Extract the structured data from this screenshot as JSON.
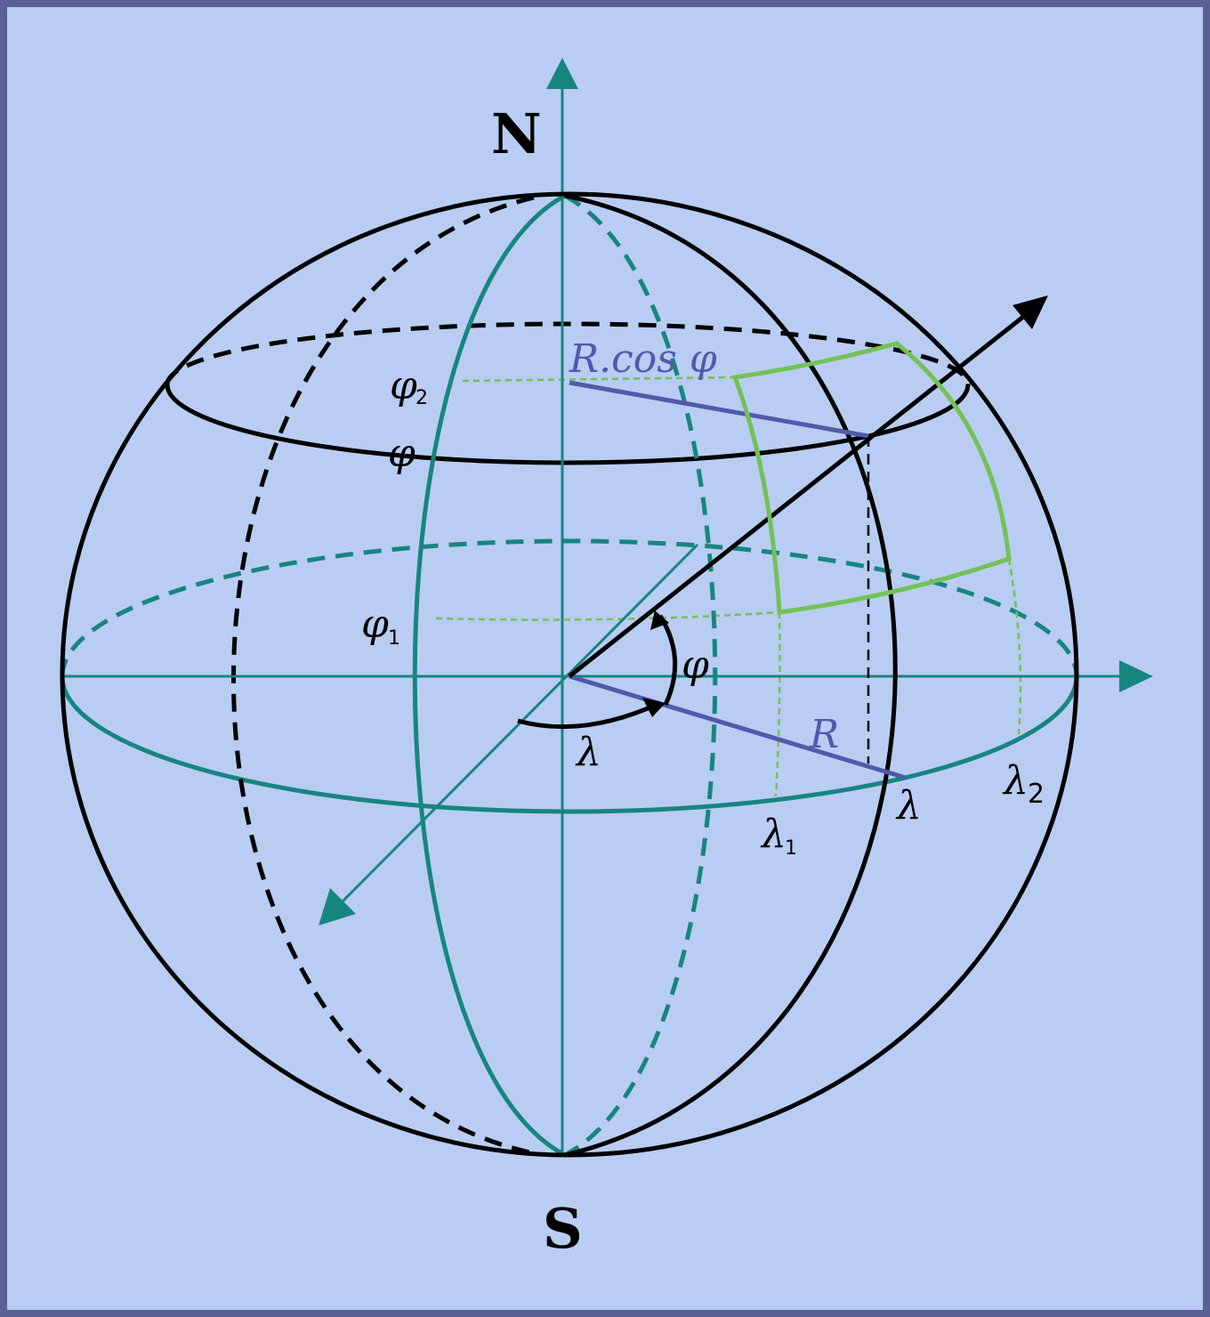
{
  "labels": {
    "north": "N",
    "south": "S",
    "r_cos_phi": "R.cos φ",
    "radius": "R",
    "phi": "φ",
    "phi_angle": "φ",
    "phi1": "φ",
    "phi1_sub": "1",
    "phi2": "φ",
    "phi2_sub": "2",
    "lambda_angle": "λ",
    "lambda": "λ",
    "lambda1": "λ",
    "lambda1_sub": "1",
    "lambda2": "λ",
    "lambda2_sub": "2"
  },
  "colors": {
    "background": "#b9cdf3",
    "border": "#5a5f96",
    "teal": "#17857f",
    "black": "#000000",
    "blue": "#4f5aa9",
    "green": "#74c156"
  }
}
